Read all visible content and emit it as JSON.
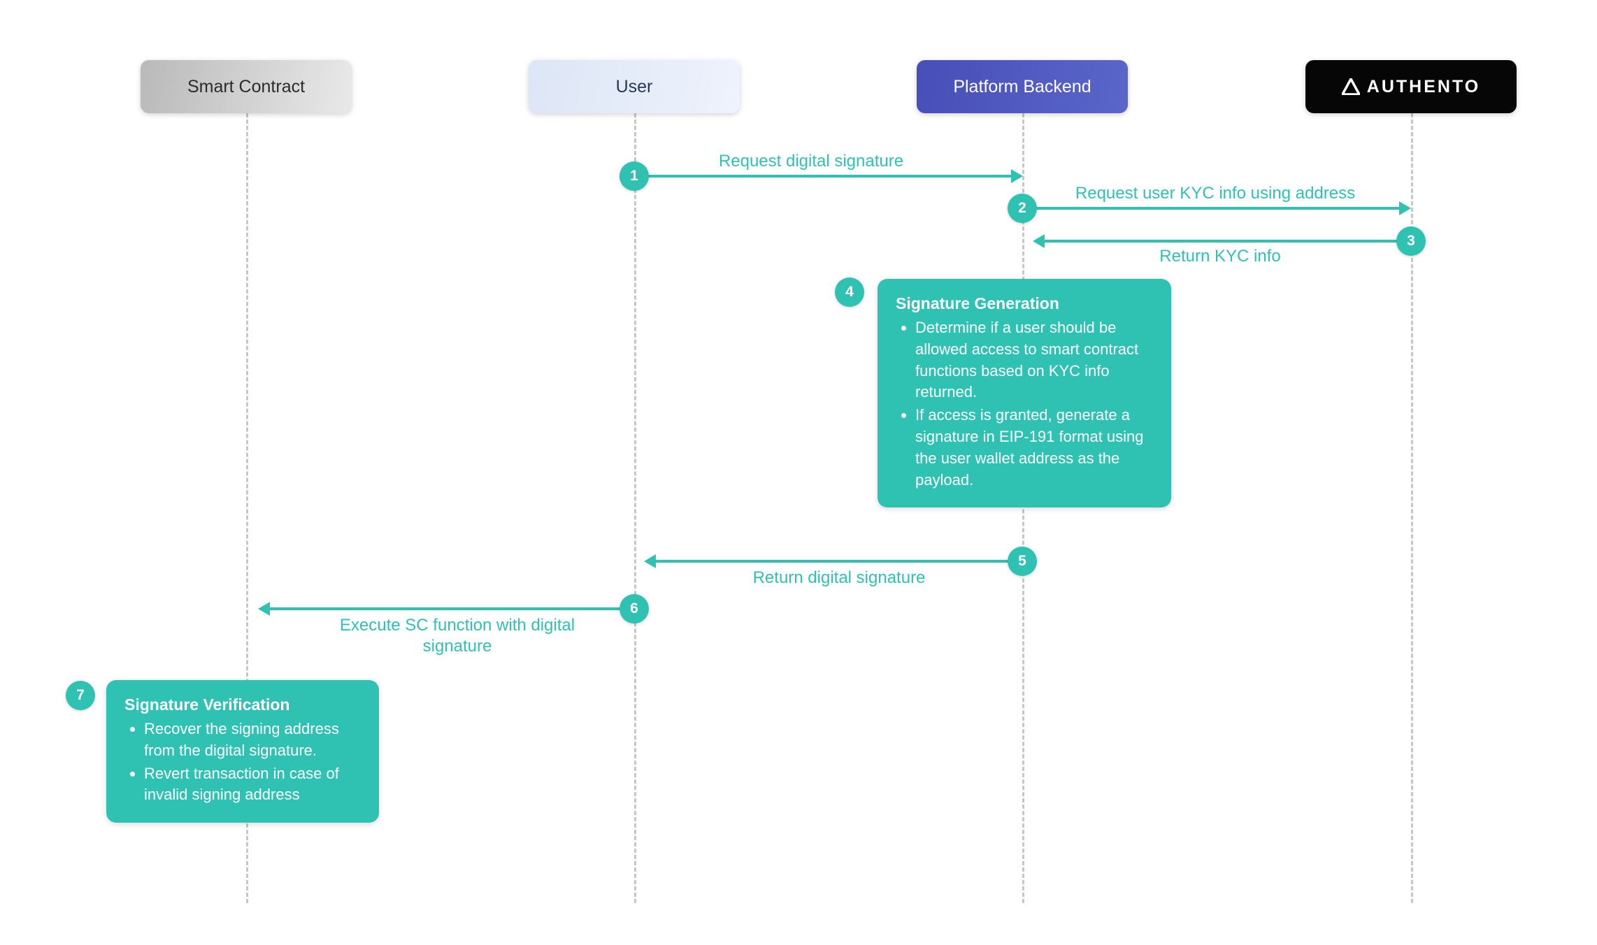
{
  "actors": [
    {
      "label": "Smart Contract"
    },
    {
      "label": "User"
    },
    {
      "label": "Platform Backend"
    },
    {
      "label": "AUTHENTO"
    }
  ],
  "messages": [
    {
      "num": "1",
      "label": "Request digital signature",
      "from": "User",
      "to": "Platform Backend"
    },
    {
      "num": "2",
      "label": "Request user KYC info using address",
      "from": "Platform Backend",
      "to": "AUTHENTO"
    },
    {
      "num": "3",
      "label": "Return KYC info",
      "from": "AUTHENTO",
      "to": "Platform Backend"
    },
    {
      "num": "5",
      "label": "Return digital signature",
      "from": "Platform Backend",
      "to": "User"
    },
    {
      "num": "6",
      "label": "Execute SC function with digital signature",
      "from": "User",
      "to": "Smart Contract"
    }
  ],
  "notes": [
    {
      "num": "4",
      "title": "Signature Generation",
      "bullets": [
        "Determine if a user should be allowed access to smart contract functions based on KYC info returned.",
        "If access is granted, generate a signature in EIP-191 format using the user wallet address as the payload."
      ]
    },
    {
      "num": "7",
      "title": "Signature Verification",
      "bullets": [
        "Recover the signing address from the digital signature.",
        "Revert transaction in case of invalid signing address"
      ]
    }
  ],
  "icons": [
    {
      "name": "authento-logo-triangle-icon"
    }
  ],
  "colors": {
    "teal": "#2fc2b3",
    "backend_blue_start": "#474eb8",
    "backend_blue_end": "#5a66c9",
    "user_blue_start": "#dde6f6",
    "user_blue_end": "#eef3fc",
    "smart_gray_start": "#b9b9b9",
    "smart_gray_end": "#e9e9e9",
    "authento_black": "#060606",
    "lifeline_gray": "#c7c7c7"
  }
}
